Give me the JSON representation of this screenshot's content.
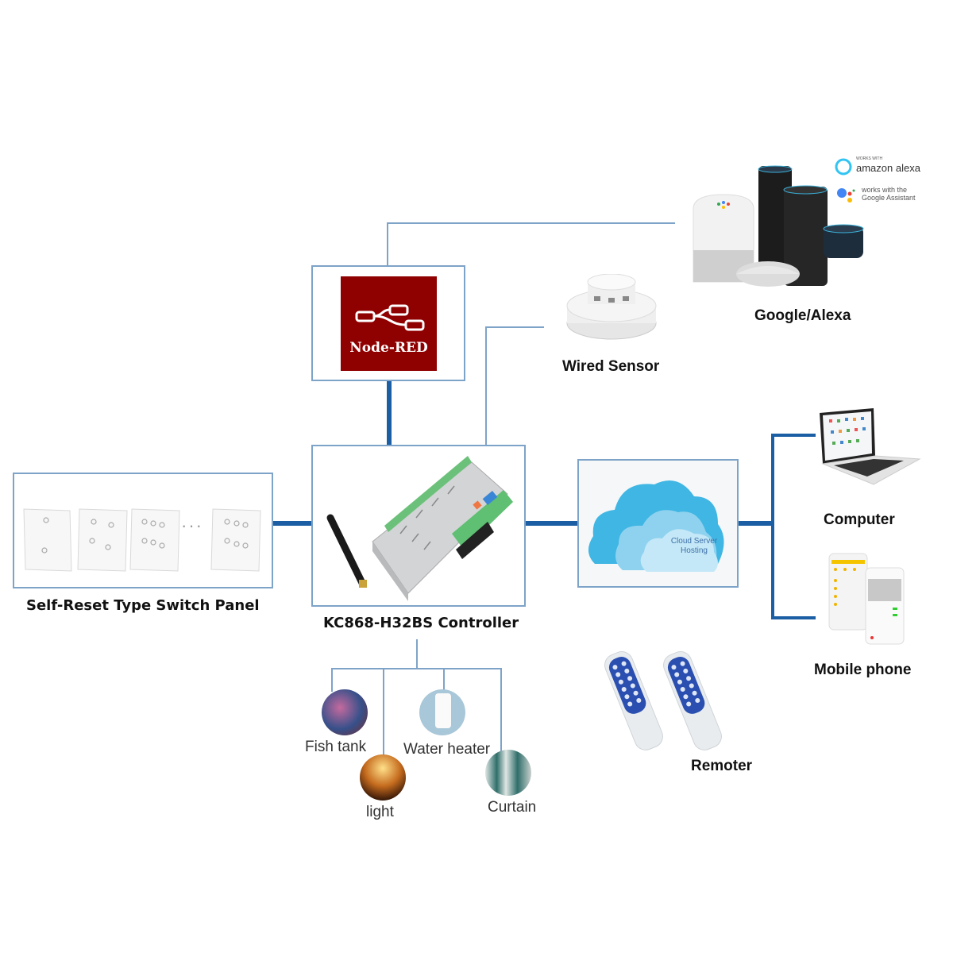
{
  "diagram": {
    "title": "KC868-H32BS system connection diagram",
    "nodes": {
      "node_red": {
        "label": "Node-RED",
        "icon": "node-red-logo"
      },
      "google_alexa": {
        "label": "Google/Alexa",
        "badges": {
          "alexa_small": "WORKS WITH",
          "alexa": "amazon alexa",
          "google_line1": "works with the",
          "google_line2": "Google Assistant"
        }
      },
      "wired_sensor": {
        "label": "Wired Sensor"
      },
      "switch_panel": {
        "label": "Self-Reset Type Switch Panel",
        "ellipsis": "···"
      },
      "controller": {
        "label": "KC868-H32BS Controller"
      },
      "cloud": {
        "label_line1": "Cloud Server",
        "label_line2": "Hosting"
      },
      "computer": {
        "label": "Computer"
      },
      "mobile": {
        "label": "Mobile phone"
      },
      "remoter": {
        "label": "Remoter"
      },
      "loads": [
        {
          "label": "Fish tank"
        },
        {
          "label": "light"
        },
        {
          "label": "Water heater"
        },
        {
          "label": "Curtain"
        }
      ]
    },
    "colors": {
      "thin_line": "#7ea3c8",
      "thick_line": "#1b5ea3",
      "node_red_bg": "#8f0000",
      "cloud_blue": "#3fb6e3",
      "remote_blue": "#2a4fb0"
    }
  }
}
